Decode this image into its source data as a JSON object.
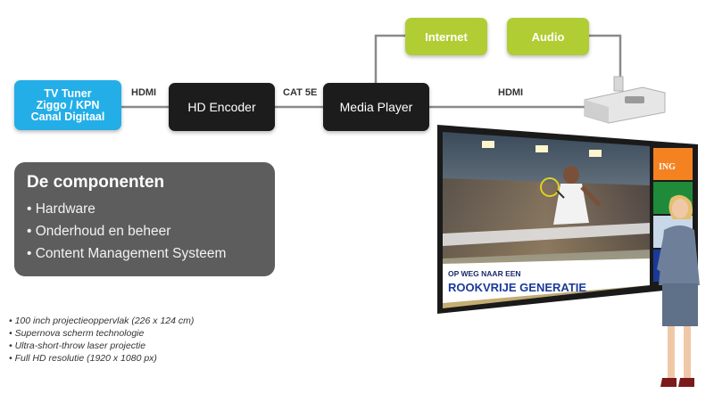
{
  "nodes": {
    "tuner_lines": [
      "TV Tuner",
      "Ziggo / KPN",
      "Canal Digitaal"
    ],
    "encoder": "HD Encoder",
    "player": "Media Player",
    "internet": "Internet",
    "audio": "Audio"
  },
  "edges": {
    "tuner_to_encoder": "HDMI",
    "encoder_to_player": "CAT 5E",
    "player_to_projector": "HDMI"
  },
  "panel": {
    "title": "De componenten",
    "items": [
      "• Hardware",
      "• Onderhoud en beheer",
      "• Content Management Systeem"
    ]
  },
  "specs": [
    "• 100 inch projectieoppervlak (226 x 124 cm)",
    "• Supernova scherm technologie",
    "• Ultra-short-throw laser projectie",
    "• Full HD resolutie (1920 x 1080 px)"
  ],
  "screen": {
    "banner_line1": "OP WEG NAAR EEN",
    "banner_line2": "ROOKVRIJE GENERATIE",
    "ad_logo": "ING"
  },
  "colors": {
    "tuner": "#23aee8",
    "dark_node": "#1c1c1c",
    "green_node": "#b1cd34",
    "panel": "#5d5d5d",
    "connector": "#8a8a8a"
  }
}
